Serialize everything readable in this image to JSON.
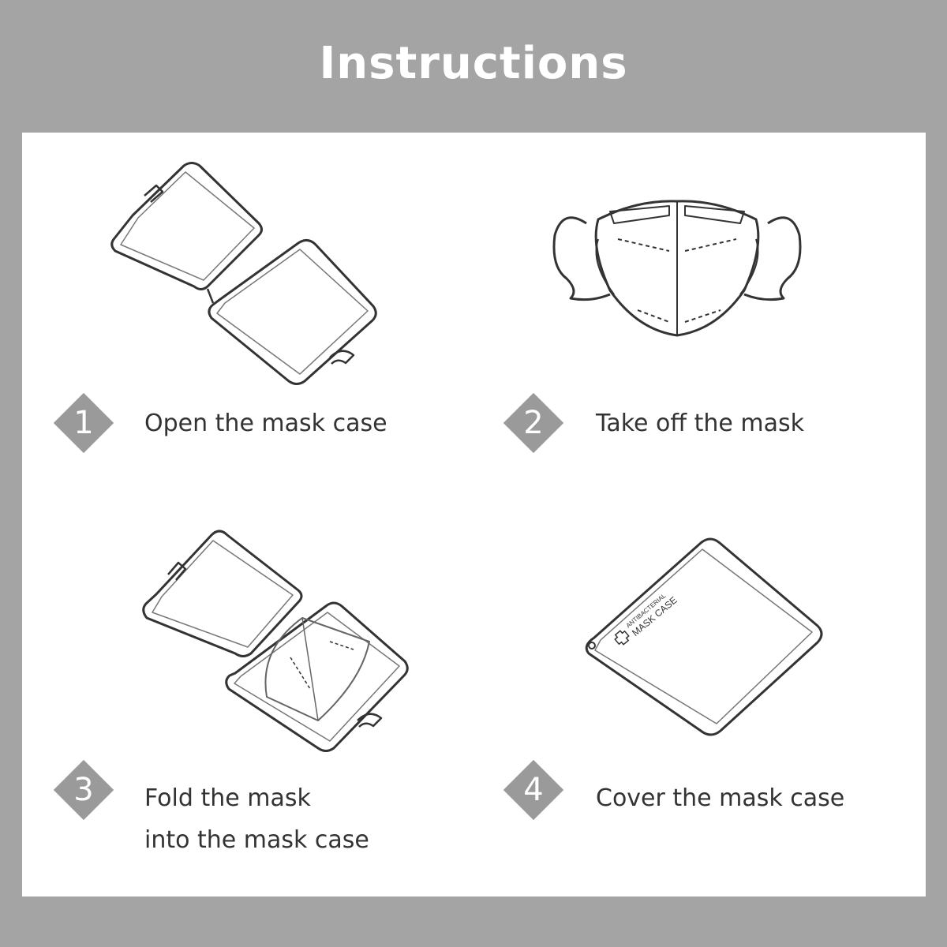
{
  "title": "Instructions",
  "steps": [
    {
      "number": "1",
      "lines": [
        "Open the mask case"
      ]
    },
    {
      "number": "2",
      "lines": [
        "Take off the mask"
      ]
    },
    {
      "number": "3",
      "lines": [
        "Fold the mask",
        "into the mask case"
      ]
    },
    {
      "number": "4",
      "lines": [
        "Cover the mask case"
      ]
    }
  ],
  "case_label": {
    "line1": "ANTIBACTERIAL",
    "line2": "MASK CASE"
  },
  "colors": {
    "background": "#a4a4a4",
    "panel": "#ffffff",
    "badge": "#9a9a9a",
    "line_art": "#333333"
  }
}
